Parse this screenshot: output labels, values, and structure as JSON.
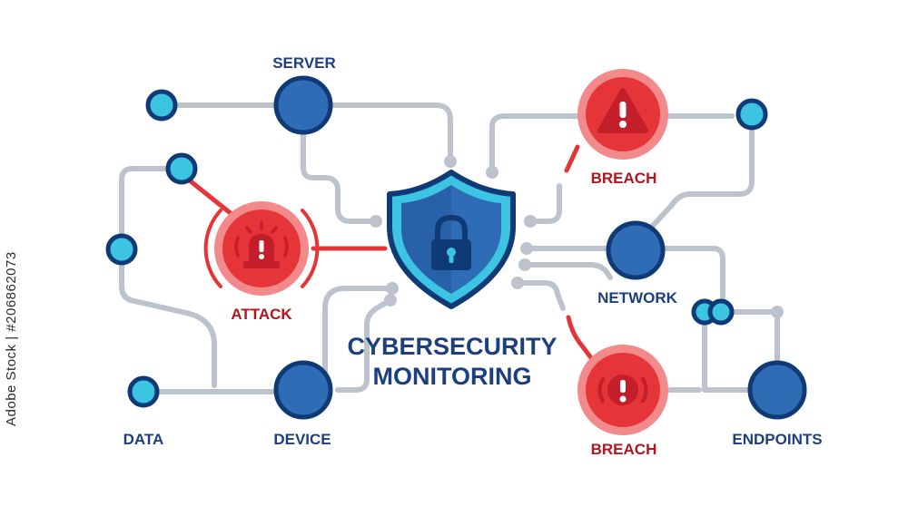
{
  "title": {
    "line1": "CYBERSECURITY",
    "line2": "MONITORING"
  },
  "labels": {
    "server": "SERVER",
    "breach_top": "BREACH",
    "network": "NETWORK",
    "attack": "ATTACK",
    "data": "DATA",
    "device": "DEVICE",
    "breach_bottom": "BREACH",
    "endpoints": "ENDPOINTS"
  },
  "side_text": "Adobe Stock | #206862073",
  "icons": {
    "center": "shield-lock-icon",
    "breach_top": "warning-triangle-icon",
    "attack": "siren-alarm-icon",
    "breach_bottom": "alert-exclamation-icon"
  },
  "colors": {
    "navy": "#0f3a75",
    "blue": "#2e6cb5",
    "cyan": "#3cc5e3",
    "red": "#e53538",
    "red_dark": "#c41e2a",
    "pink": "#f28a8c",
    "gray_line": "#bcc3cc",
    "label_blue": "#1c3f80",
    "label_red": "#b3151f"
  }
}
